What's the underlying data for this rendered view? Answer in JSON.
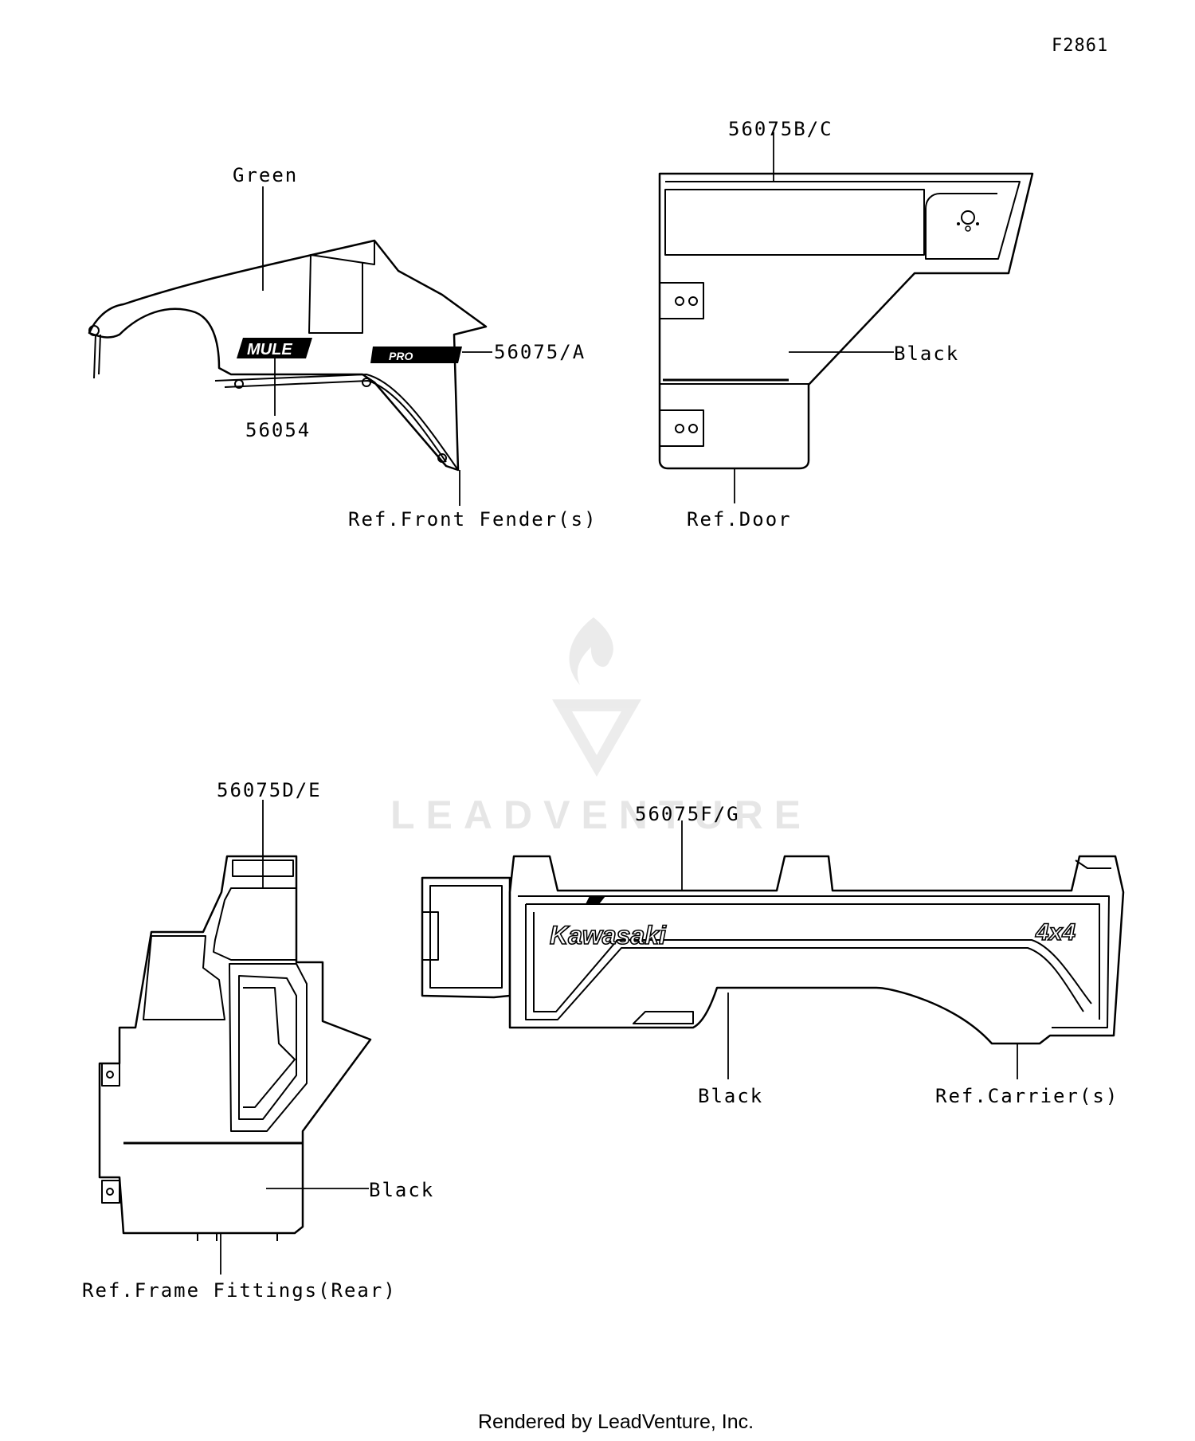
{
  "figure_id": "F2861",
  "watermark": "LEADVENTURE",
  "footer": "Rendered by LeadVenture, Inc.",
  "groups": {
    "front_fender": {
      "color_label": "Green",
      "part_a": "56075/A",
      "part_b": "56054",
      "ref": "Ref.Front Fender(s)",
      "decal_logo": "MULE",
      "decal_emblem": "PRO"
    },
    "door": {
      "part": "56075B/C",
      "color_label": "Black",
      "ref": "Ref.Door"
    },
    "rear_frame": {
      "part": "56075D/E",
      "color_label": "Black",
      "ref": "Ref.Frame Fittings(Rear)"
    },
    "carrier": {
      "part": "56075F/G",
      "color_label": "Black",
      "ref": "Ref.Carrier(s)",
      "brand_text": "Kawasaki",
      "badge_text": "4x4"
    }
  }
}
